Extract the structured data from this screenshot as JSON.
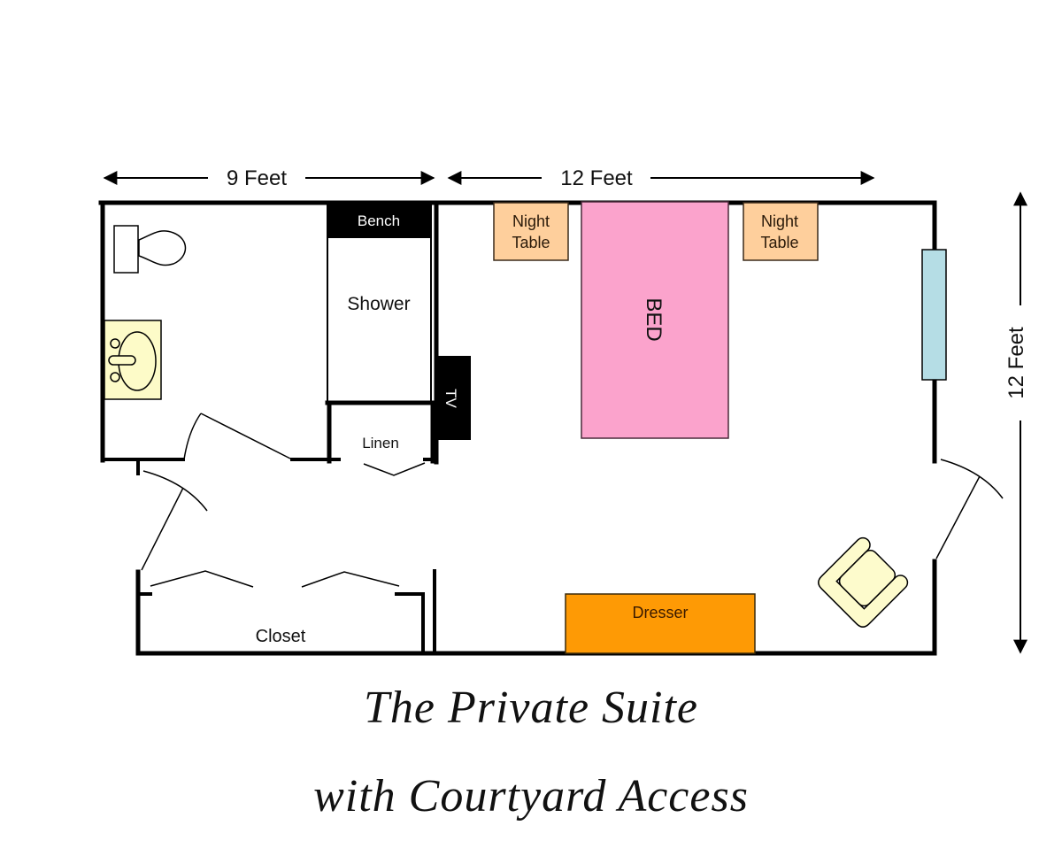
{
  "dimensions": {
    "bath_width": "9 Feet",
    "room_width": "12 Feet",
    "room_depth": "12 Feet"
  },
  "rooms": {
    "shower": "Shower",
    "linen": "Linen",
    "closet": "Closet"
  },
  "furniture": {
    "bench": "Bench",
    "night_table_left": [
      "Night",
      "Table"
    ],
    "night_table_right": [
      "Night",
      "Table"
    ],
    "bed": "BED",
    "tv": "TV",
    "dresser": "Dresser"
  },
  "colors": {
    "bed": "#fba3cc",
    "night_table": "#fecf9c",
    "dresser": "#fe9a05",
    "window": "#b5dde5",
    "sink_counter": "#fdfbc8",
    "chair": "#fdfbcc",
    "wall": "#000000"
  },
  "title": {
    "line1": "The Private Suite",
    "line2": "with Courtyard Access"
  }
}
